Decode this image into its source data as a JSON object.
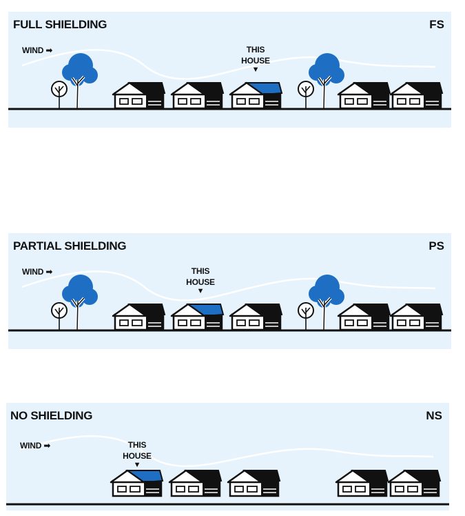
{
  "panels": [
    {
      "title": "FULL SHIELDING",
      "code": "FS",
      "wind_label": "WIND",
      "this_house_line1": "THIS",
      "this_house_line2": "HOUSE"
    },
    {
      "title": "PARTIAL SHIELDING",
      "code": "PS",
      "wind_label": "WIND",
      "this_house_line1": "THIS",
      "this_house_line2": "HOUSE"
    },
    {
      "title": "NO SHIELDING",
      "code": "NS",
      "wind_label": "WIND",
      "this_house_line1": "THIS",
      "this_house_line2": "HOUSE"
    }
  ],
  "colors": {
    "panel_background": "#e6f3fc",
    "tree_canopy": "#1e6fc4",
    "highlight_roof": "#1e6fc4",
    "ink": "#111111",
    "wind_line": "#ffffff"
  }
}
